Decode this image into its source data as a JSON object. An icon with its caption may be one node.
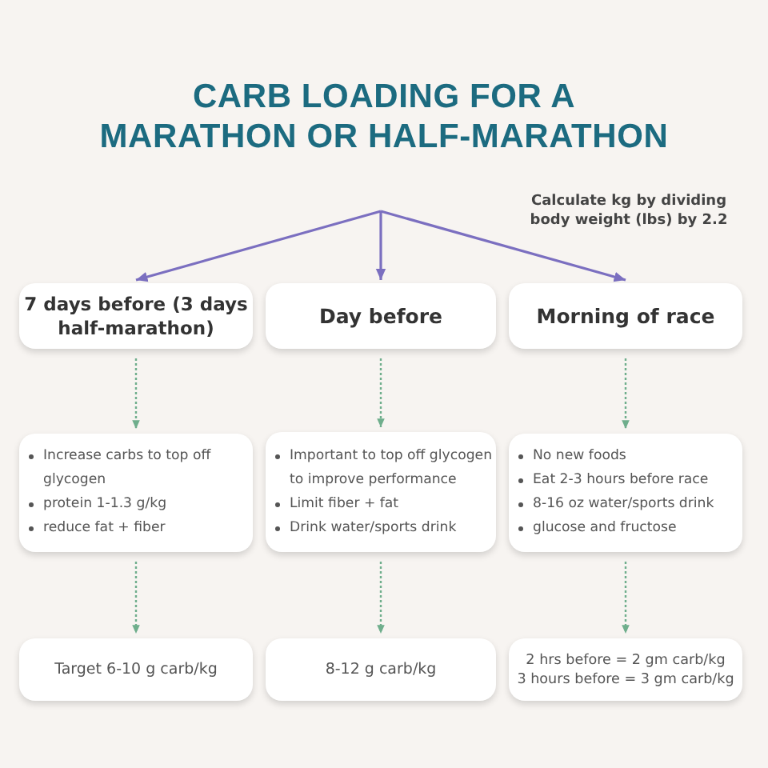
{
  "diagram": {
    "title": "CARB LOADING FOR A MARATHON OR HALF-MARATHON",
    "nodes": [
      {
        "text": [
          "7 days before (3 days half-marathon)"
        ]
      },
      {
        "text": [
          "Day before"
        ]
      },
      {
        "text": [
          "Morning of race"
        ]
      },
      {
        "text": [
          "Increase carbs to top off glycogen",
          "protein 1-1.3 g/kg",
          "reduce fat + fiber"
        ]
      },
      {
        "text": [
          "Important to top off glycogen to improve performance",
          "Limit fiber + fat",
          "Drink water/sports drink"
        ]
      },
      {
        "text": [
          "No new foods",
          "Eat 2-3 hours before race",
          "8-16 oz water/sports drink",
          "glucose and fructose"
        ]
      },
      {
        "text": [
          "Target 6-10 g carb/kg"
        ]
      },
      {
        "text": [
          "8-12 g carb/kg"
        ]
      },
      {
        "text": [
          "2 hrs before = 2 gm carb/kg",
          "3 hours before = 3 gm carb/kg"
        ]
      }
    ],
    "edges": [
      {
        "from": null,
        "to": 0,
        "arrow": "to",
        "color": "#7b6fc0"
      },
      {
        "from": null,
        "to": 1,
        "arrow": "to",
        "color": "#7b6fc0"
      },
      {
        "from": null,
        "to": 2,
        "arrow": "to",
        "color": "#7b6fc0"
      },
      {
        "from": 0,
        "to": 3,
        "arrow": "to",
        "style": "dashed"
      },
      {
        "from": 1,
        "to": 4,
        "arrow": "to",
        "style": "dashed"
      },
      {
        "from": 2,
        "to": 5,
        "arrow": "to",
        "style": "dashed"
      },
      {
        "from": 3,
        "to": 6,
        "arrow": "to",
        "style": "dashed"
      },
      {
        "from": 4,
        "to": 7,
        "arrow": "to",
        "style": "dashed"
      },
      {
        "from": 5,
        "to": 8,
        "arrow": "to",
        "style": "dashed"
      }
    ],
    "labels": [
      "Calculate kg by dividing body weight (lbs) by 2.2"
    ]
  }
}
